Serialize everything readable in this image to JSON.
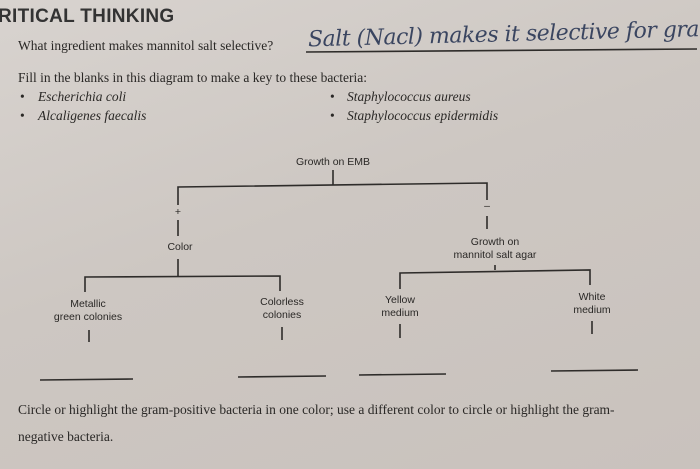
{
  "section_title": "RITICAL THINKING",
  "question": {
    "prompt": "What ingredient makes mannitol salt selective?",
    "handwritten_answer": "Salt (Nacl) makes it selective for gram"
  },
  "instructions": "Fill in the blanks in this diagram to make a key to these bacteria:",
  "bacteria": [
    "Escherichia coli",
    "Alcaligenes faecalis",
    "Staphylococcus aureus",
    "Staphylococcus epidermidis"
  ],
  "diagram": {
    "root": "Growth on EMB",
    "positive_sign": "+",
    "negative_sign": "–",
    "left_node": "Color",
    "right_node_line1": "Growth on",
    "right_node_line2": "mannitol salt agar",
    "leaves": [
      {
        "line1": "Metallic",
        "line2": "green colonies"
      },
      {
        "line1": "Colorless",
        "line2": "colonies"
      },
      {
        "line1": "Yellow",
        "line2": "medium"
      },
      {
        "line1": "White",
        "line2": "medium"
      }
    ]
  },
  "footer_text_line1": "Circle or highlight the gram-positive bacteria in one color; use a different color to circle or highlight the gram-",
  "footer_text_line2": "negative bacteria."
}
